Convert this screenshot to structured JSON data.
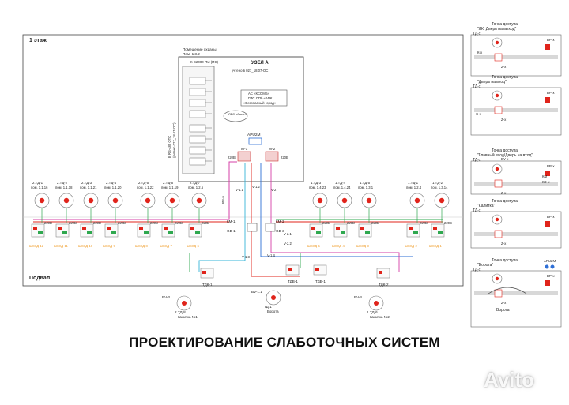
{
  "title": "ПРОЕКТИРОВАНИЕ СЛАБОТОЧНЫХ СИСТЕМ",
  "watermark": "Avito",
  "floors": {
    "first": "1 этаж",
    "basement": "Подвал"
  },
  "security_room": {
    "line1": "Помещение охраны",
    "line2": "Пом. 1.3.2"
  },
  "panel": {
    "controller": "К С2000-ПИ (ПС)",
    "node": "УЗЕЛ А",
    "counted": "учтено в 027_18.07-ОС",
    "bus_label": "В RS-485 ОТС",
    "bus_note": "(учтено 027_18.07-ОС)"
  },
  "external_system": [
    "АС «КСОМБ»",
    "ГИС СПб «АПК",
    "«Безопасный город»"
  ],
  "lan": "ЛВС объекта",
  "apu": "APU2M",
  "monitors": [
    "M-1",
    "M-2"
  ],
  "monitor_voltage": "220В",
  "doors": [
    {
      "tag": "2.ТД-1",
      "room": "пом. 1.1.16",
      "sensor": "ШСКД-12"
    },
    {
      "tag": "2.ТД-2",
      "room": "пом. 1.1.18",
      "sensor": "ШСКД-11"
    },
    {
      "tag": "2.ТД-3",
      "room": "пом. 1.1.21",
      "sensor": "ШСКД-10"
    },
    {
      "tag": "2.ТД-4",
      "room": "пом. 1.1.20",
      "sensor": "ШСКД-9"
    },
    {
      "tag": "2.ТД-5",
      "room": "пом. 1.1.22",
      "sensor": "ШСКД-8"
    },
    {
      "tag": "2.ТД-6",
      "room": "пом. 1.1.19",
      "sensor": "ШСКД-7"
    },
    {
      "tag": "2.ТД-7",
      "room": "пом. 1.2.5",
      "sensor": "ШСКД-6"
    },
    {
      "tag": "1.ТД-3",
      "room": "пом. 1.4.23",
      "sensor": "ШСКД-5"
    },
    {
      "tag": "1.ТД-4",
      "room": "пом. 1.4.24",
      "sensor": "ШСКД-4"
    },
    {
      "tag": "1.ТД-5",
      "room": "пом. 1.3.1",
      "sensor": "ШСКД-3"
    },
    {
      "tag": "1.ТД-1",
      "room": "пом. 1.2.4",
      "sensor": "ШСКД-2"
    },
    {
      "tag": "1.ТД-2",
      "room": "пом. 1.3.14",
      "sensor": "ШСКД-1"
    }
  ],
  "voltage": "220В",
  "bus_labels": [
    "V-1.1",
    "V-1.2",
    "V-1.3",
    "V-1.4",
    "V-2",
    "V-2.1",
    "V-2.2"
  ],
  "rs_label": "RS-5",
  "km": [
    "КМ-1",
    "КМ-2"
  ],
  "gb": [
    "GB-1",
    "GB-3"
  ],
  "basement_units": [
    "ТДК-1",
    "ТДВ-1",
    "ТДВ-1",
    "ТДК-2"
  ],
  "basement_points": [
    {
      "bv": "BV-3",
      "tag": "2.ТД-8",
      "name": "Калитка №1"
    },
    {
      "bv": "BV-1.1",
      "tag": "ТД-1",
      "name": "Ворота"
    },
    {
      "bv": "BV-4",
      "tag": "1.ТД-6",
      "name": "Калитка №2"
    }
  ],
  "access_points": [
    {
      "caption": "Точка доступа",
      "name": "\"ЛК. Дверь на выход\"",
      "code": "ТД-х"
    },
    {
      "caption": "Точка доступа",
      "name": "\"Дверь на вход\"",
      "code": "ТД-х"
    },
    {
      "caption": "Точка доступа",
      "name": "\"Главный вход/Дверь на вход\"",
      "code": "ТД-х"
    },
    {
      "caption": "Точка доступа",
      "name": "\"Калитка\"",
      "code": "ТД-х"
    },
    {
      "caption": "Точка доступа",
      "name": "\"Ворота\"",
      "code": "ТД-х"
    }
  ],
  "legend_labels": {
    "reader": "ВР-х",
    "key": "КМ",
    "controller": "КD-х",
    "closer": "Z-х",
    "lock": "С-х",
    "gate": "Ворота",
    "apu": "APU2M",
    "kx": "К-х",
    "bvx": "BV-х"
  },
  "colors": {
    "red": "#e0241b",
    "green": "#2fa84f",
    "blue": "#2e6fd6",
    "magenta": "#d63fa7",
    "cyan": "#35b4d8",
    "orange": "#f0a030",
    "purple": "#8a3fc7"
  }
}
